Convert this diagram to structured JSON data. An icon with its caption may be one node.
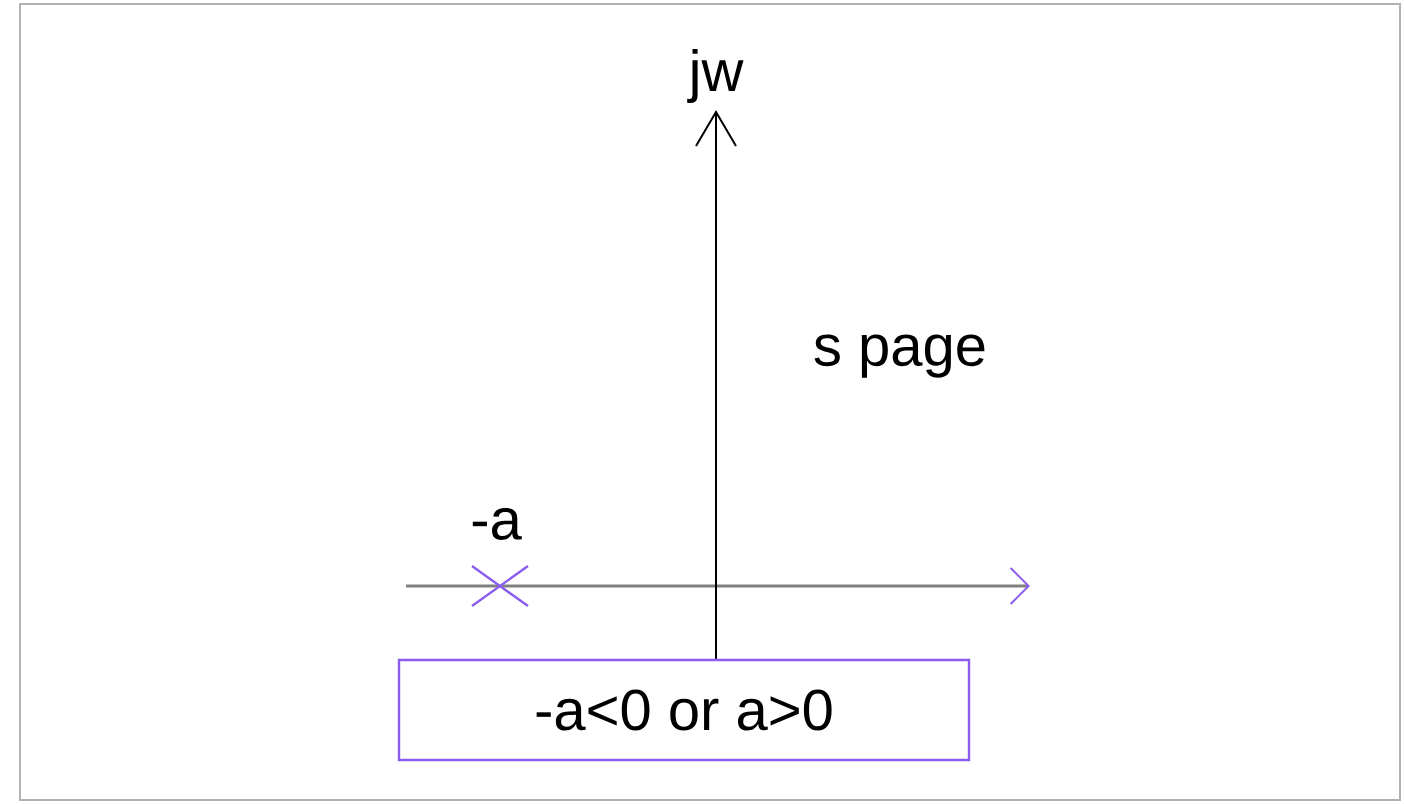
{
  "diagram": {
    "nodes": [
      {
        "text": [
          "-a<0  or a>0"
        ]
      }
    ],
    "labels": [
      "jw",
      "s page",
      "-a"
    ]
  }
}
